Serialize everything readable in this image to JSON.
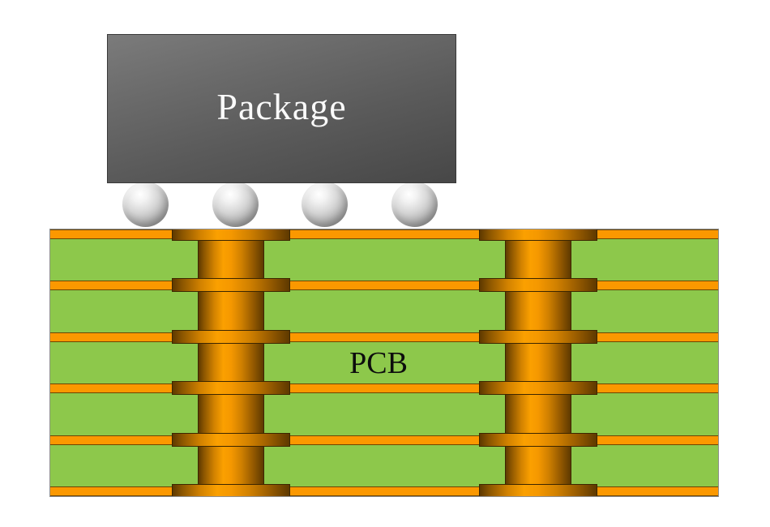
{
  "diagram": {
    "package_label": "Package",
    "pcb_label": "PCB",
    "solder_ball_count": 4,
    "copper_layer_count": 6,
    "dielectric_layer_count": 5,
    "via_count": 2,
    "colors": {
      "package_dark": "#474747",
      "package_light": "#7b7b7b",
      "package_text": "#fafafa",
      "dielectric_green": "#8dc84b",
      "copper_flat": "#fb9800",
      "copper_bright": "#fba000",
      "copper_mid": "#d08000",
      "copper_dark": "#5e3900",
      "layer_outline": "#6b4400",
      "via_outline": "#3c2600",
      "ball_highlight": "#ffffff",
      "ball_mid": "#b0b0b0",
      "ball_edge": "#828282",
      "background": "#ffffff"
    }
  }
}
